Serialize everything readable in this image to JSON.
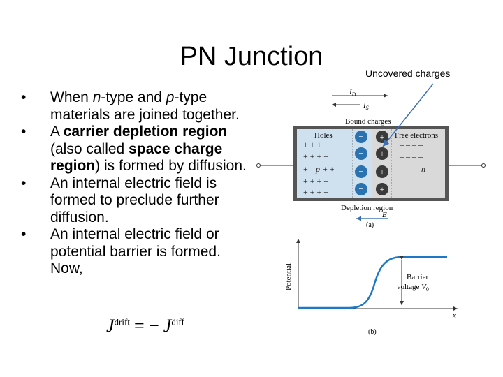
{
  "slide": {
    "title": "PN Junction",
    "bullets": [
      {
        "segments": [
          {
            "text": "When ",
            "style": "normal"
          },
          {
            "text": "n",
            "style": "italic"
          },
          {
            "text": "-type and ",
            "style": "normal"
          },
          {
            "text": "p",
            "style": "italic"
          },
          {
            "text": "-type materials are joined together.",
            "style": "normal"
          }
        ]
      },
      {
        "segments": [
          {
            "text": "A ",
            "style": "normal"
          },
          {
            "text": "carrier depletion region",
            "style": "bold"
          },
          {
            "text": " (also called ",
            "style": "normal"
          },
          {
            "text": "space charge region",
            "style": "bold"
          },
          {
            "text": ") is formed by diffusion.",
            "style": "normal"
          }
        ]
      },
      {
        "segments": [
          {
            "text": "An internal electric field is formed to preclude further diffusion.",
            "style": "normal"
          }
        ]
      },
      {
        "segments": [
          {
            "text": "An internal electric field or potential barrier is formed. Now,",
            "style": "normal"
          }
        ]
      }
    ],
    "bullet_glyph": "•",
    "formula": {
      "lhs": "J",
      "lhs_sup": "drift",
      "eq": "= −",
      "rhs": "J",
      "rhs_sup": "diff"
    }
  },
  "diagram": {
    "callout": "Uncovered charges",
    "current_labels": {
      "drift": "I",
      "drift_sub": "D",
      "diff": "I",
      "diff_sub": "S"
    },
    "bound_charges": "Bound charges",
    "holes": "Holes",
    "free_electrons": "Free electrons",
    "p_label": "p",
    "n_label": "n",
    "depletion_region": "Depletion region",
    "field_label": "E",
    "part_a": "(a)",
    "part_b": "(b)",
    "potential_axis": "Potential",
    "x_axis": "x",
    "barrier_label_1": "Barrier",
    "barrier_label_2": "voltage",
    "barrier_symbol": "V",
    "barrier_symbol_sub": "0",
    "minus_sign": "−",
    "plus_sign": "+",
    "colors": {
      "p_region": "#cfe0ee",
      "n_region": "#d9d9d9",
      "electron_ball": "#2a72b0",
      "proton_ball": "#3a3a3a",
      "curve": "#1f77c8",
      "axes": "#333333",
      "callout_arrow": "#3b6fb5"
    }
  }
}
